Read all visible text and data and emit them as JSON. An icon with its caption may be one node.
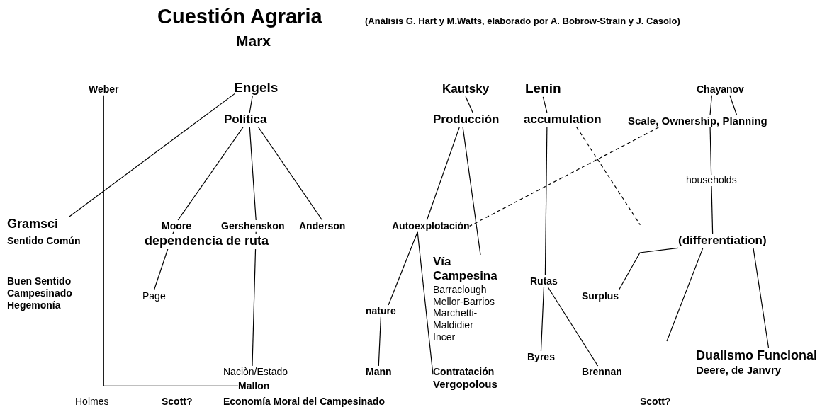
{
  "diagram": {
    "title": "Cuestión Agraria",
    "nodes": [
      {
        "text": [
          "Weber"
        ]
      },
      {
        "text": [
          "Engels"
        ]
      },
      {
        "text": [
          "Política"
        ]
      },
      {
        "text": [
          "Gramsci",
          "Sentido Común"
        ]
      },
      {
        "text": [
          "Moore"
        ]
      },
      {
        "text": [
          "Gershenskon"
        ]
      },
      {
        "text": [
          "Anderson"
        ]
      },
      {
        "text": [
          "Page"
        ]
      },
      {
        "text": [
          "Naciòn/Estado"
        ]
      },
      {
        "text": [
          "Mallon"
        ]
      },
      {
        "text": [
          "Kautsky"
        ]
      },
      {
        "text": [
          "Producción"
        ]
      },
      {
        "text": [
          "Lenin"
        ]
      },
      {
        "text": [
          "accumulation"
        ]
      },
      {
        "text": [
          "Chayanov"
        ]
      },
      {
        "text": [
          "Scale, Ownership, Planning"
        ]
      },
      {
        "text": [
          "Autoexplotación"
        ]
      },
      {
        "text": [
          "(differentiation)"
        ]
      },
      {
        "text": [
          "Vía Campesina",
          "Barraclough",
          "Mellor-Barrios",
          "Marchetti-Maldidier",
          "Incer"
        ]
      },
      {
        "text": [
          "nature"
        ]
      },
      {
        "text": [
          "Mann"
        ]
      },
      {
        "text": [
          "Contratación",
          "Vergopolous"
        ]
      },
      {
        "text": [
          "Rutas"
        ]
      },
      {
        "text": [
          "Byres"
        ]
      },
      {
        "text": [
          "Brennan"
        ]
      },
      {
        "text": [
          "Surplus"
        ]
      },
      {
        "text": [
          "Dualismo Funcional",
          "Deere, de Janvry"
        ]
      }
    ],
    "edges": [
      {
        "from": 1,
        "to": 2,
        "arrow": "none"
      },
      {
        "from": 1,
        "to": 3,
        "arrow": "none"
      },
      {
        "from": 2,
        "to": 4,
        "arrow": "none"
      },
      {
        "from": 2,
        "to": 5,
        "arrow": "none"
      },
      {
        "from": 2,
        "to": 6,
        "arrow": "none"
      },
      {
        "from": 4,
        "to": 7,
        "arrow": "none"
      },
      {
        "from": 5,
        "to": 8,
        "arrow": "none"
      },
      {
        "from": 0,
        "to": 9,
        "arrow": "none"
      },
      {
        "from": 10,
        "to": 11,
        "arrow": "none"
      },
      {
        "from": 11,
        "to": 16,
        "arrow": "none"
      },
      {
        "from": 11,
        "to": 18,
        "arrow": "none"
      },
      {
        "from": 12,
        "to": 13,
        "arrow": "none"
      },
      {
        "from": 13,
        "to": 22,
        "arrow": "none"
      },
      {
        "from": 13,
        "to": 17,
        "arrow": "none",
        "style": "dashed"
      },
      {
        "from": 14,
        "to": 15,
        "arrow": "none"
      },
      {
        "from": 15,
        "to": 17,
        "arrow": "none",
        "label": "households"
      },
      {
        "from": 15,
        "to": 16,
        "arrow": "none",
        "style": "dashed"
      },
      {
        "from": 16,
        "to": 19,
        "arrow": "none"
      },
      {
        "from": 16,
        "to": 21,
        "arrow": "none"
      },
      {
        "from": 19,
        "to": 20,
        "arrow": "none"
      },
      {
        "from": 22,
        "to": 23,
        "arrow": "none"
      },
      {
        "from": 22,
        "to": 24,
        "arrow": "none"
      },
      {
        "from": 17,
        "to": 25,
        "arrow": "none"
      },
      {
        "from": 17,
        "to": null,
        "arrow": "none"
      },
      {
        "from": 17,
        "to": 26,
        "arrow": "none"
      },
      {
        "from": 14,
        "to": 15,
        "arrow": "none"
      }
    ],
    "labels": [
      "(Análisis G. Hart y M.Watts, elaborado por A. Bobrow-Strain y J. Casolo)",
      "Marx",
      "dependencia de ruta",
      "Buen Sentido Campesinado Hegemonía",
      "Holmes",
      "Scott?",
      "Economía Moral del Campesinado",
      "Scott?"
    ]
  }
}
